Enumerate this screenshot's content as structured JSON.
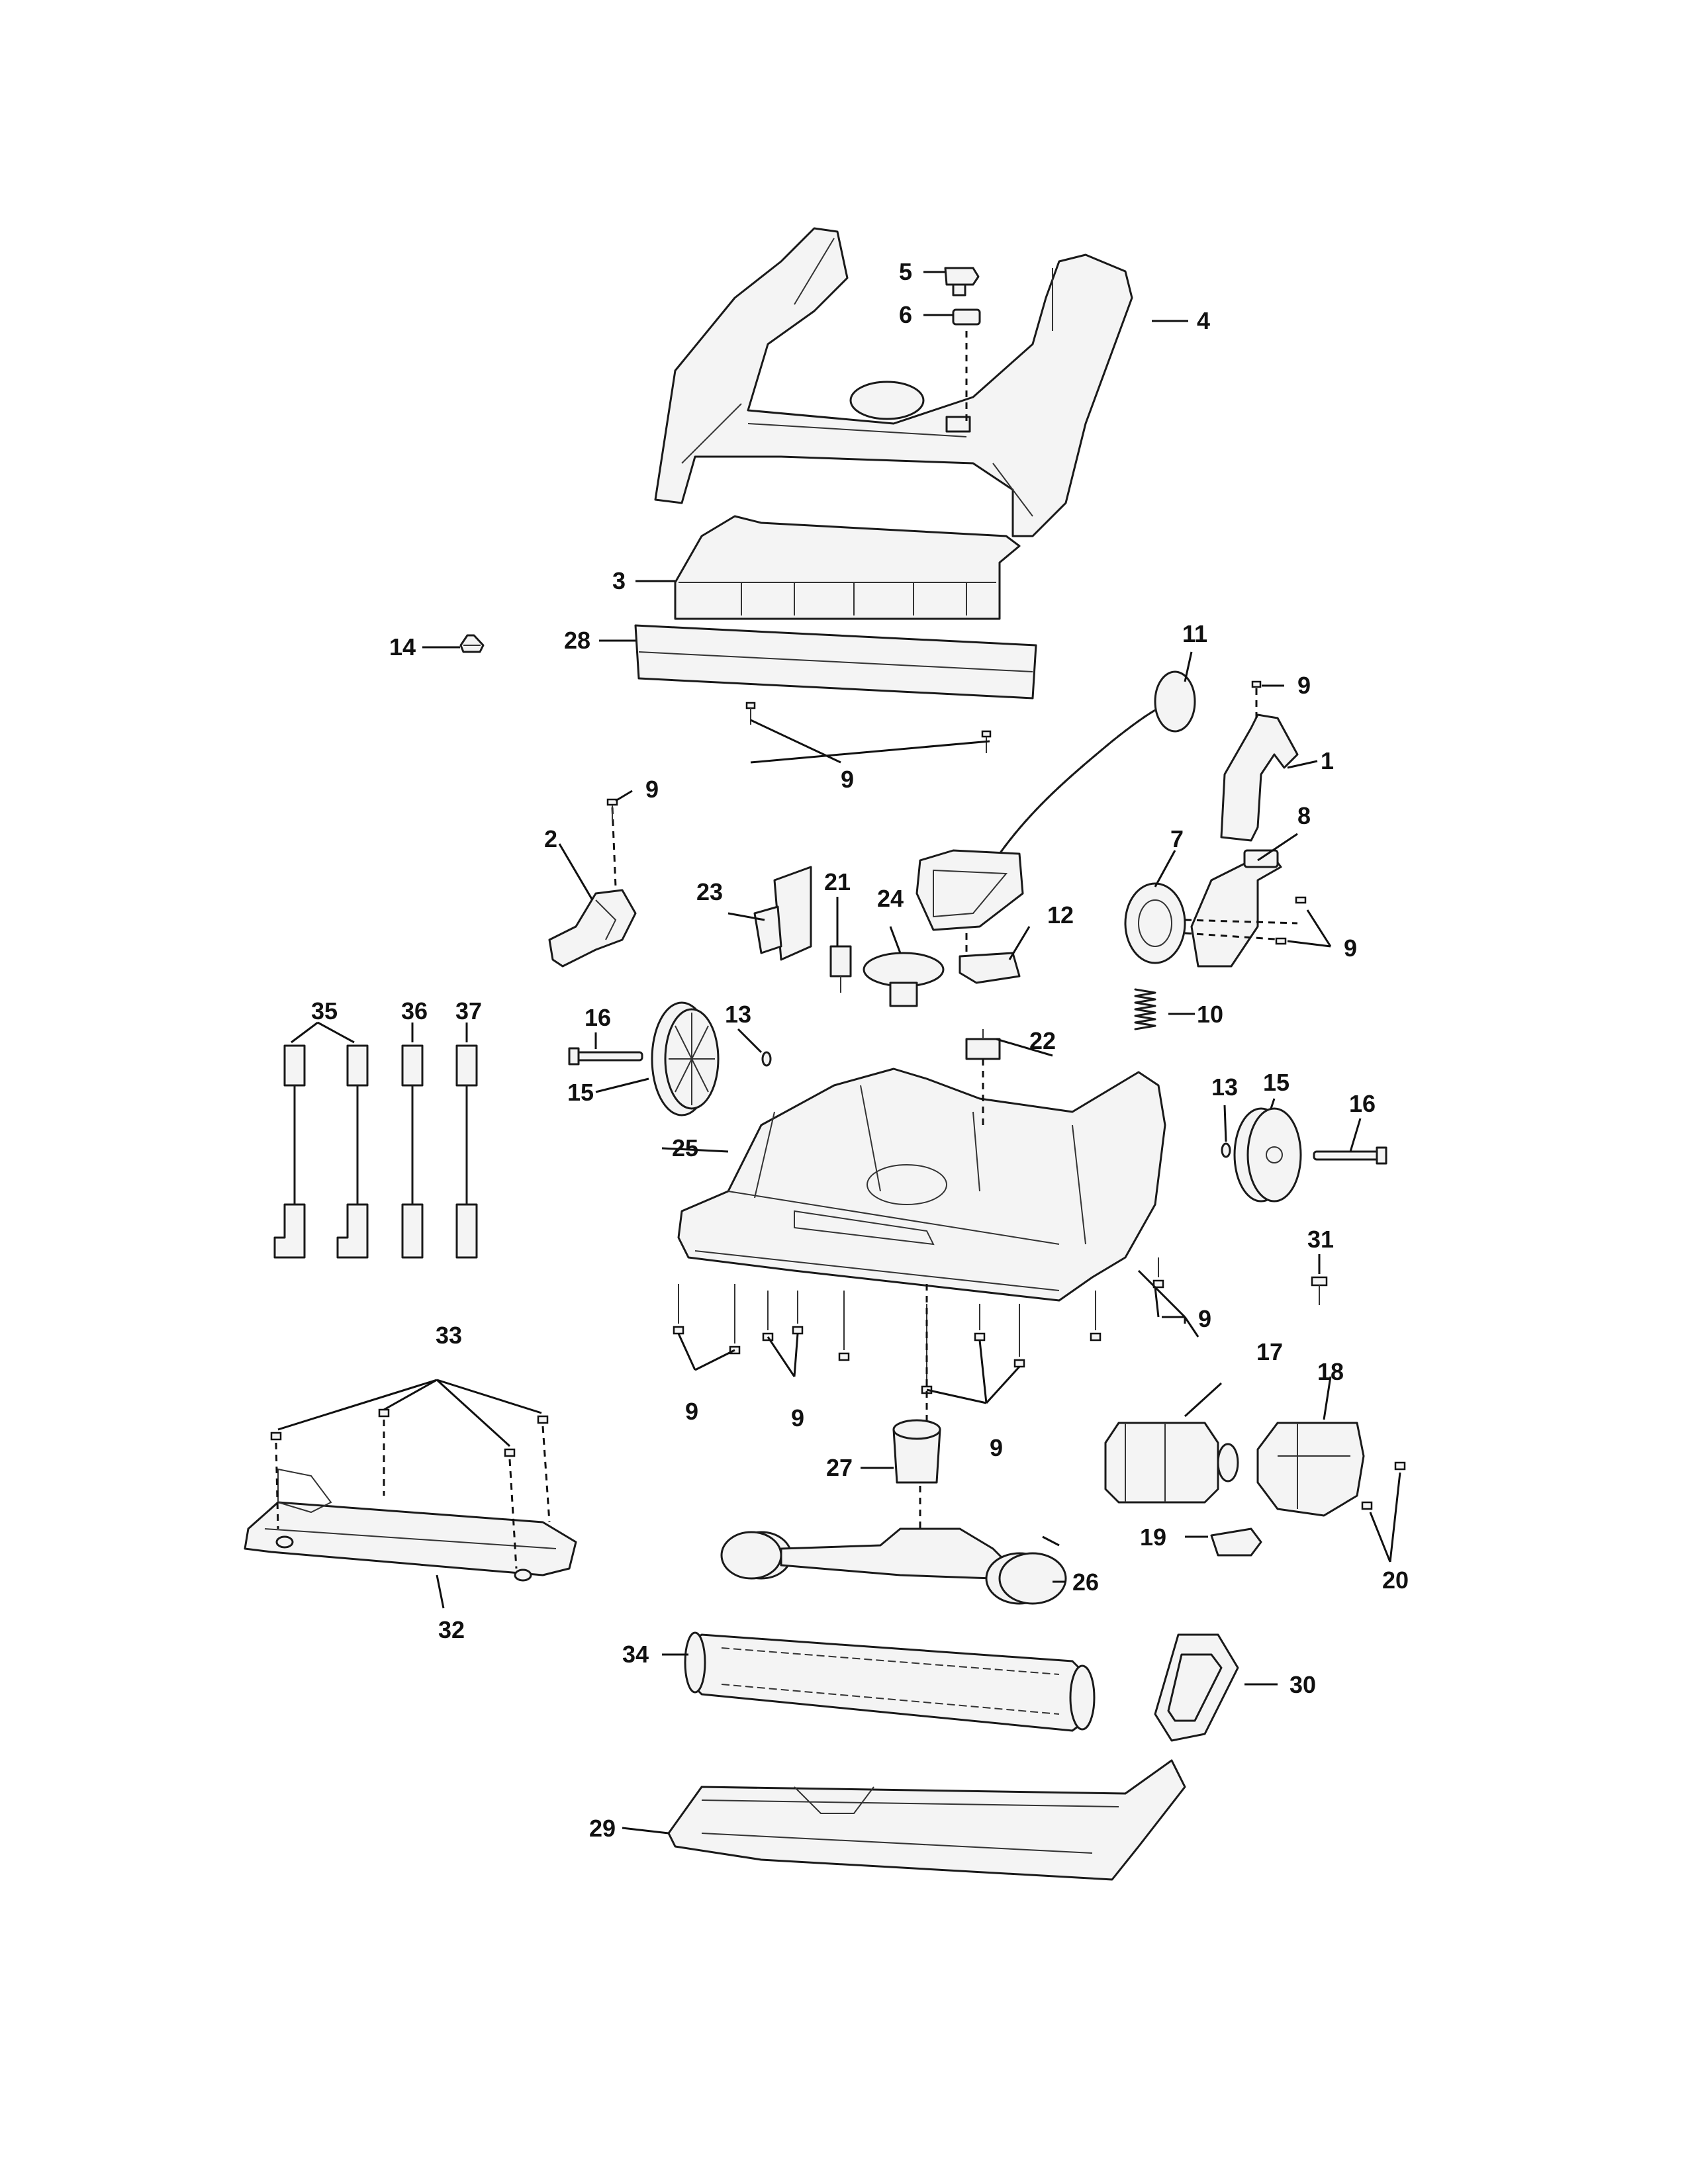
{
  "diagram": {
    "callouts": [
      "1",
      "2",
      "3",
      "4",
      "5",
      "6",
      "7",
      "8",
      "9",
      "10",
      "11",
      "12",
      "13",
      "14",
      "15",
      "16",
      "17",
      "18",
      "19",
      "20",
      "21",
      "22",
      "23",
      "24",
      "25",
      "26",
      "27",
      "28",
      "29",
      "30",
      "31",
      "32",
      "33",
      "34",
      "35",
      "36",
      "37"
    ]
  }
}
